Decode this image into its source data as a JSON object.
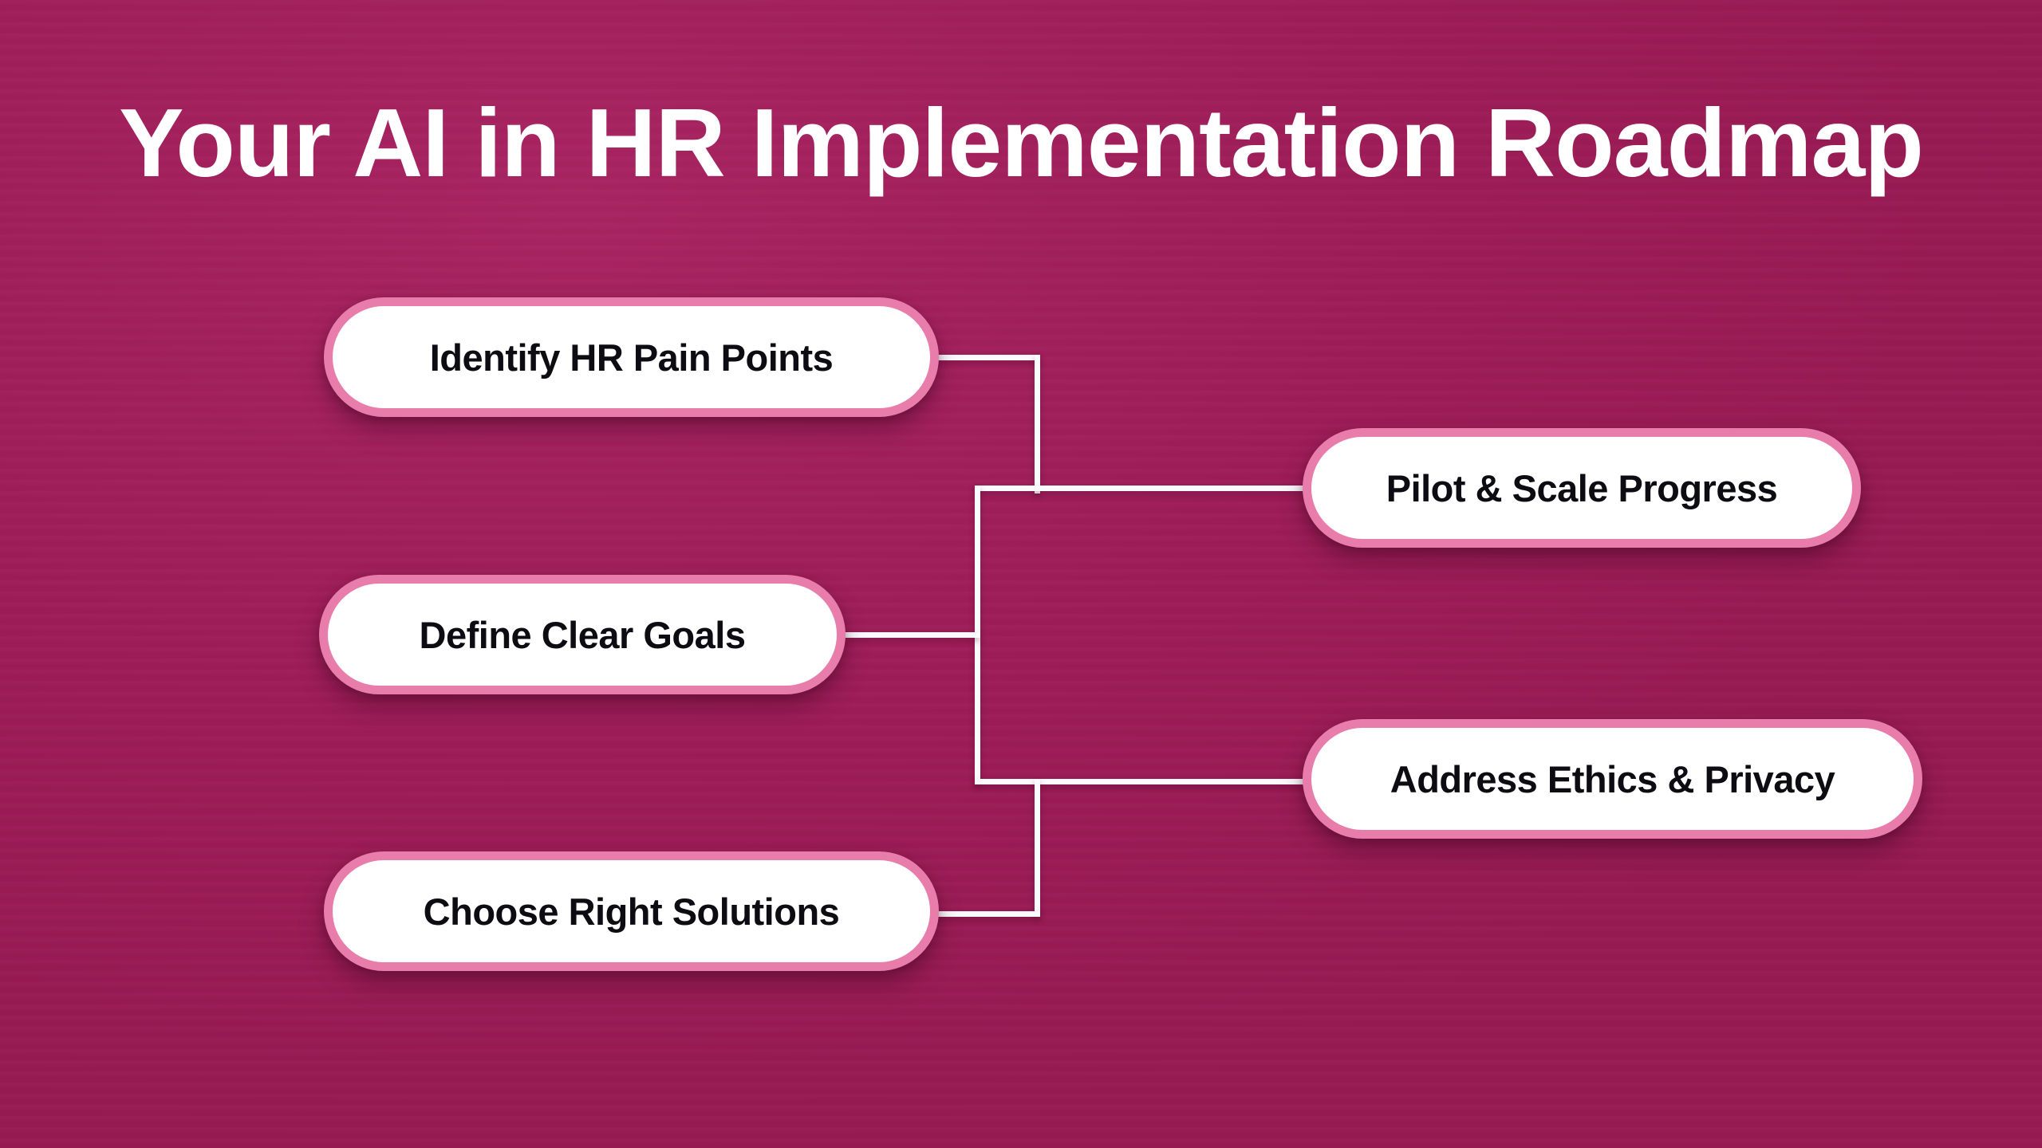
{
  "title": "Your AI in HR Implementation Roadmap",
  "diagram": {
    "type": "roadmap-flowchart",
    "nodes": [
      {
        "id": "identify",
        "label": "Identify HR Pain Points",
        "column": "left",
        "order": 1
      },
      {
        "id": "define",
        "label": "Define Clear Goals",
        "column": "left",
        "order": 2
      },
      {
        "id": "choose",
        "label": "Choose Right Solutions",
        "column": "left",
        "order": 3
      },
      {
        "id": "pilot",
        "label": "Pilot & Scale Progress",
        "column": "right",
        "order": 4
      },
      {
        "id": "address",
        "label": "Address Ethics & Privacy",
        "column": "right",
        "order": 5
      }
    ],
    "edges": [
      {
        "from": "identify",
        "to": "pilot"
      },
      {
        "from": "define",
        "to": "pilot"
      },
      {
        "from": "define",
        "to": "address"
      },
      {
        "from": "choose",
        "to": "address"
      }
    ]
  },
  "colors": {
    "background": "#9d1c57",
    "background_highlight": "#a82462",
    "node_fill": "#ffffff",
    "node_border": "#e87dac",
    "node_text": "#0c0c12",
    "title_text": "#ffffff",
    "connector": "#fbfbfd"
  }
}
